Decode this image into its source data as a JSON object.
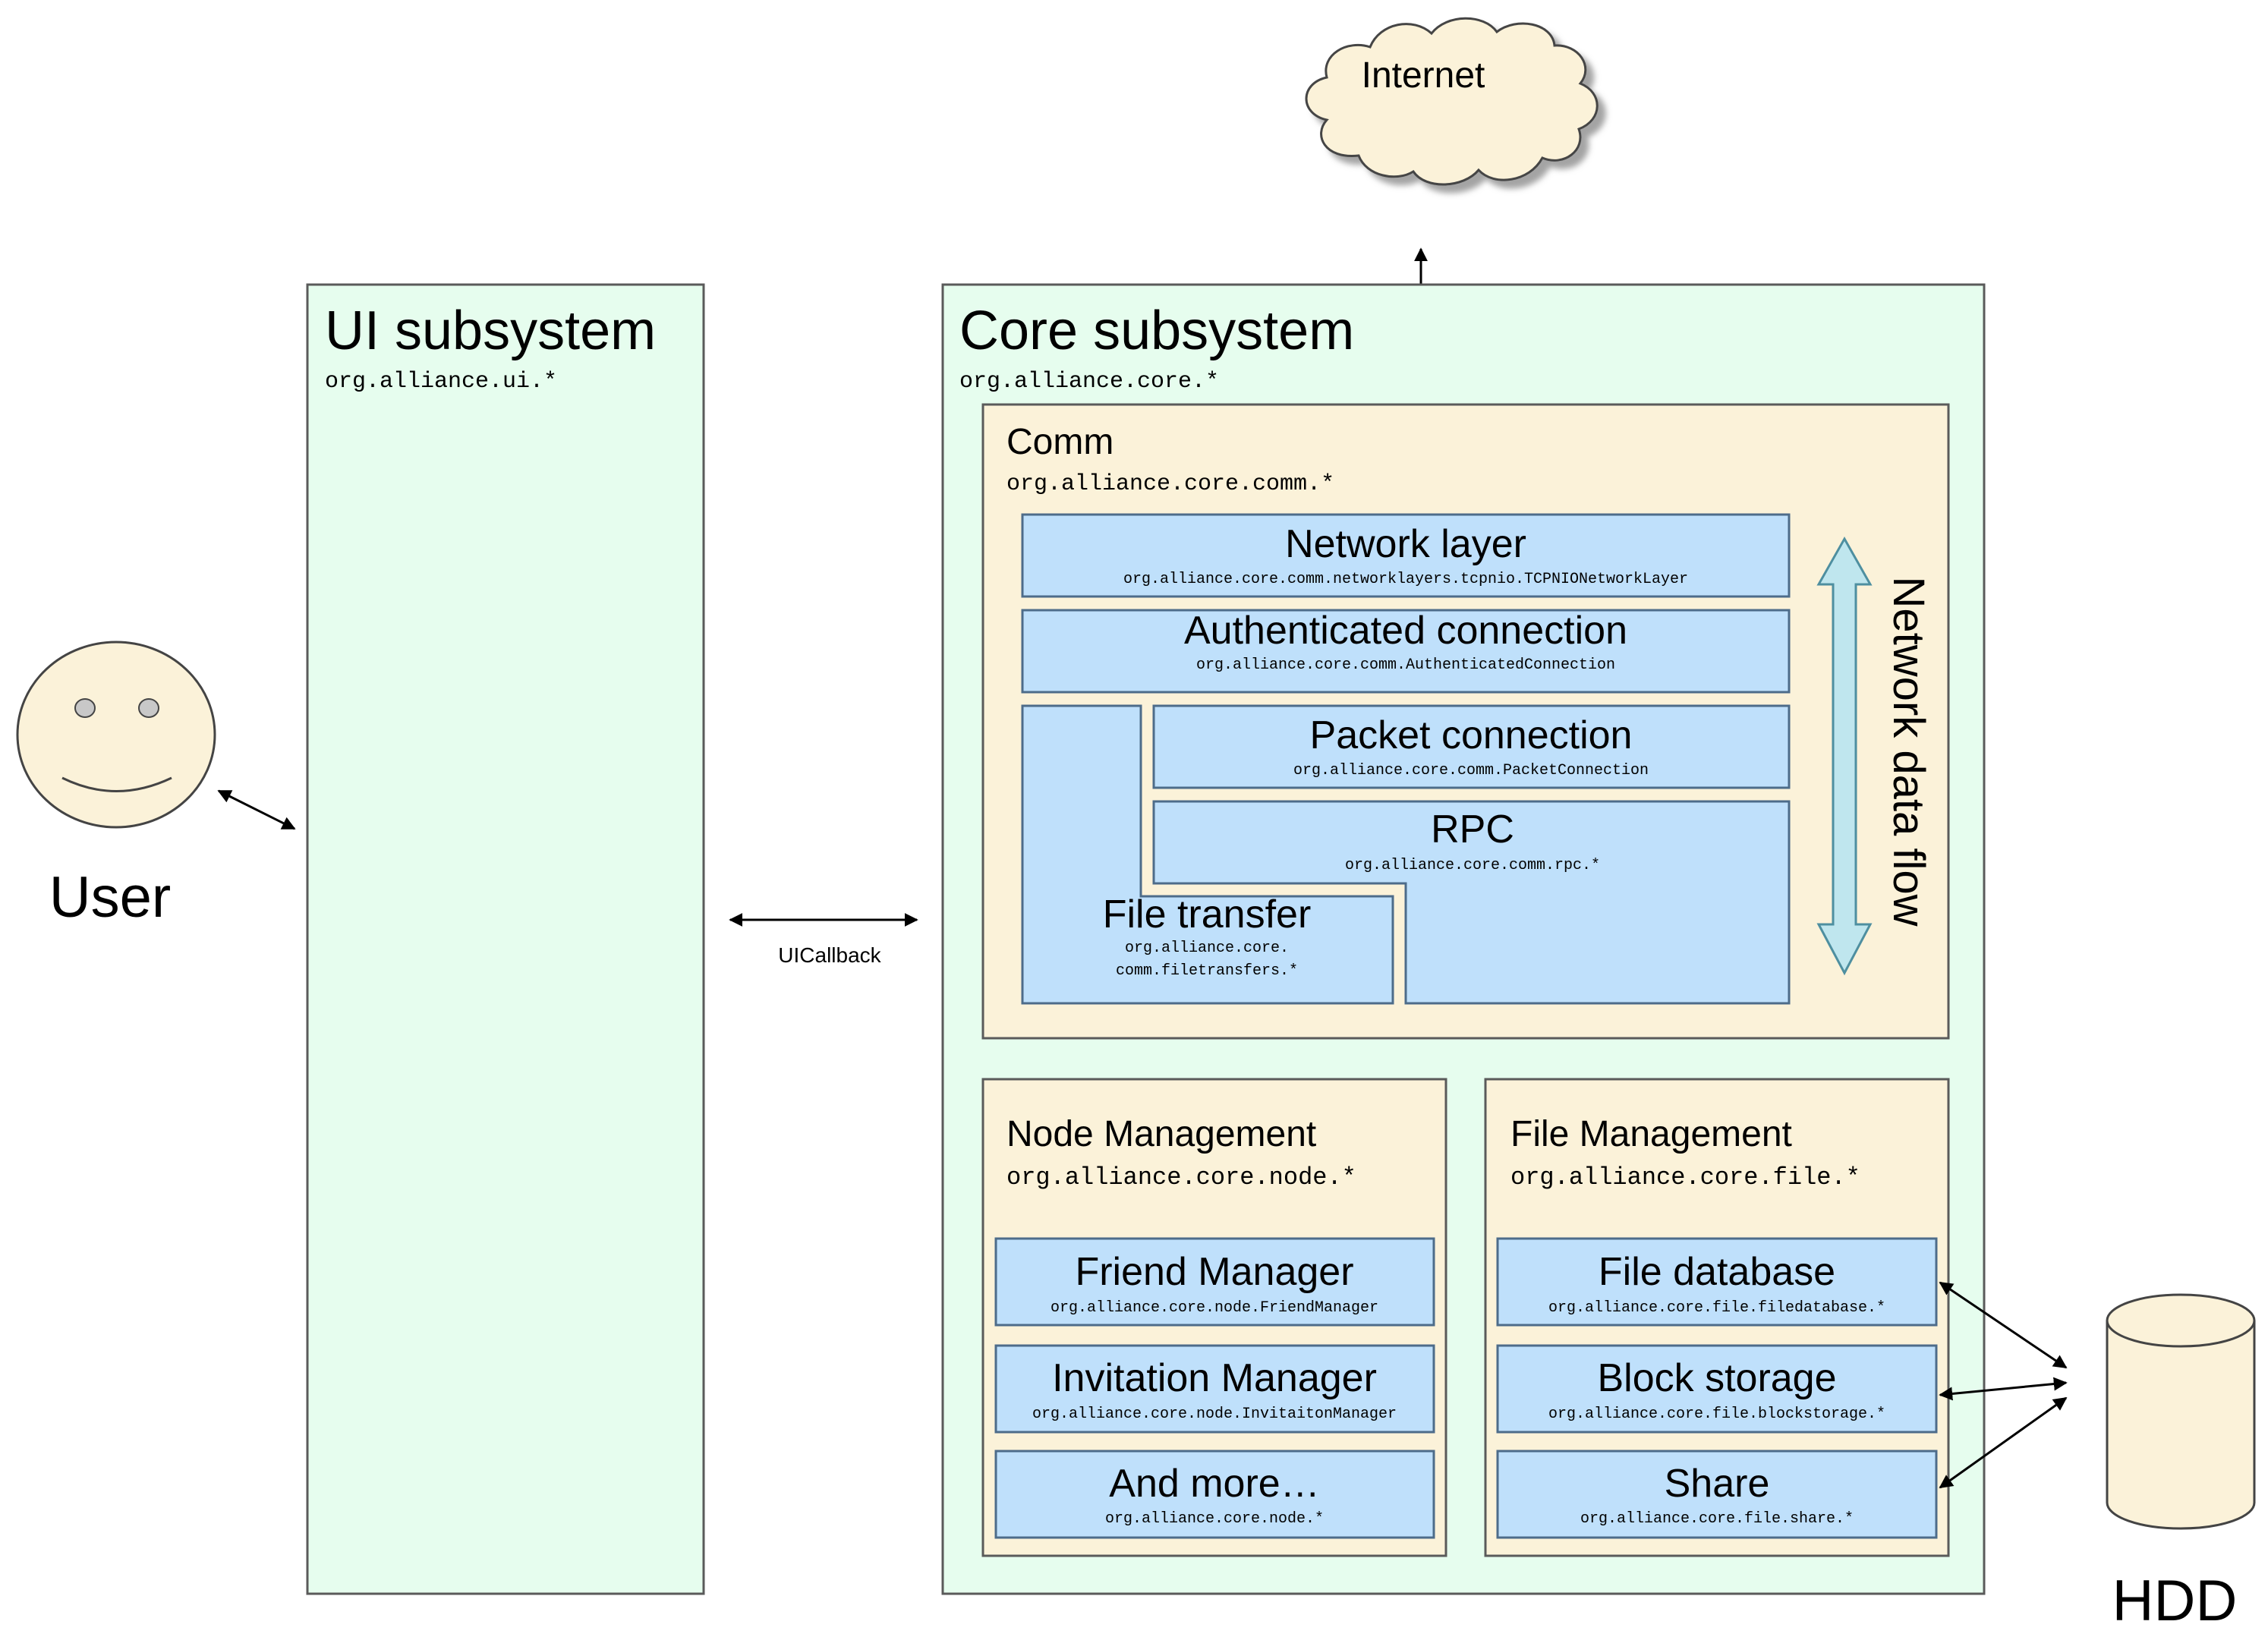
{
  "internet": {
    "label": "Internet"
  },
  "user": {
    "label": "User"
  },
  "hdd": {
    "label": "HDD"
  },
  "ui_subsystem": {
    "title": "UI subsystem",
    "package": "org.alliance.ui.*"
  },
  "ui_callback": {
    "label": "UICallback"
  },
  "core_subsystem": {
    "title": "Core subsystem",
    "package": "org.alliance.core.*"
  },
  "comm": {
    "title": "Comm",
    "package": "org.alliance.core.comm.*",
    "network_layer": {
      "title": "Network layer",
      "package": "org.alliance.core.comm.networklayers.tcpnio.TCPNIONetworkLayer"
    },
    "authenticated_connection": {
      "title": "Authenticated connection",
      "package": "org.alliance.core.comm.AuthenticatedConnection"
    },
    "packet_connection": {
      "title": "Packet connection",
      "package": "org.alliance.core.comm.PacketConnection"
    },
    "rpc": {
      "title": "RPC",
      "package": "org.alliance.core.comm.rpc.*"
    },
    "file_transfer": {
      "title": "File transfer",
      "package_line1": "org.alliance.core.",
      "package_line2": "comm.filetransfers.*"
    },
    "network_data_flow": "Network data flow"
  },
  "node_management": {
    "title": "Node Management",
    "package": "org.alliance.core.node.*",
    "items": [
      {
        "title": "Friend Manager",
        "package": "org.alliance.core.node.FriendManager"
      },
      {
        "title": "Invitation Manager",
        "package": "org.alliance.core.node.InvitaitonManager"
      },
      {
        "title": "And more…",
        "package": "org.alliance.core.node.*"
      }
    ]
  },
  "file_management": {
    "title": "File Management",
    "package": "org.alliance.core.file.*",
    "items": [
      {
        "title": "File database",
        "package": "org.alliance.core.file.filedatabase.*"
      },
      {
        "title": "Block storage",
        "package": "org.alliance.core.file.blockstorage.*"
      },
      {
        "title": "Share",
        "package": "org.alliance.core.file.share.*"
      }
    ]
  }
}
